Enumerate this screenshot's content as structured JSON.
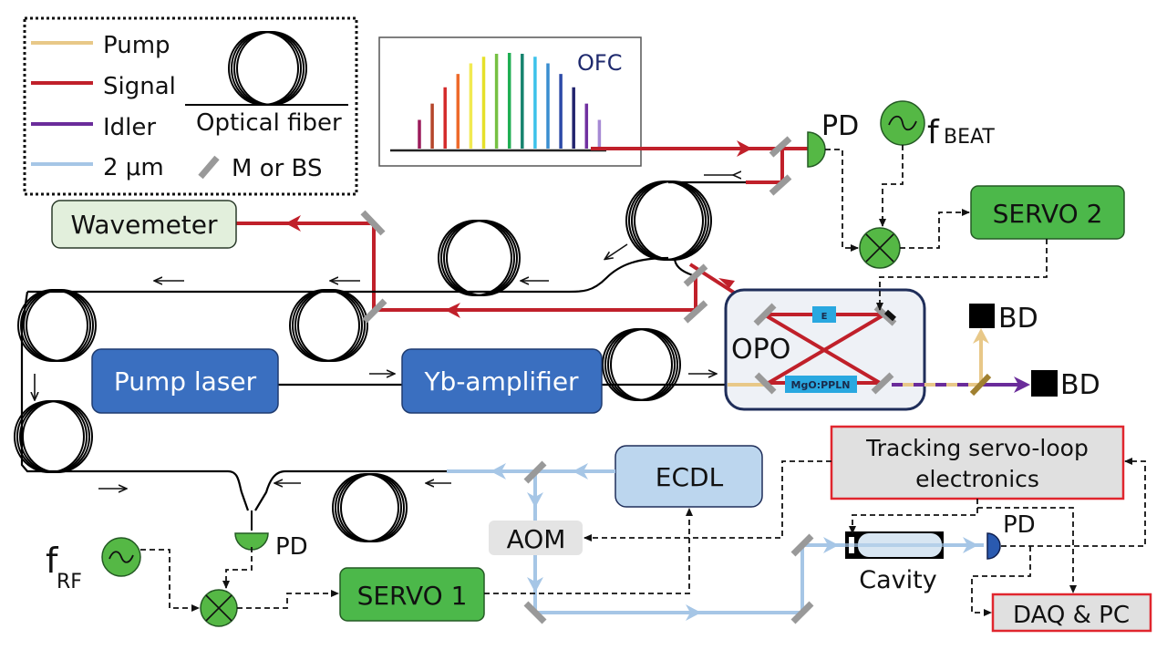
{
  "legend": {
    "items": [
      {
        "label": "Pump",
        "color": "#e8c888"
      },
      {
        "label": "Signal",
        "color": "#c0202a"
      },
      {
        "label": "Idler",
        "color": "#6a2c9a"
      },
      {
        "label": "2 μm",
        "color": "#a6c6e6"
      }
    ],
    "fiber_label": "Optical fiber",
    "mirror_label": "M or BS"
  },
  "ofc": {
    "label": "OFC",
    "comb_teeth": [
      {
        "color": "#9b1b5a",
        "rel_height": 0.3
      },
      {
        "color": "#b5452a",
        "rel_height": 0.47
      },
      {
        "color": "#d42a2a",
        "rel_height": 0.64
      },
      {
        "color": "#ee6a2a",
        "rel_height": 0.78
      },
      {
        "color": "#f2ea52",
        "rel_height": 0.89
      },
      {
        "color": "#e6e02a",
        "rel_height": 0.96
      },
      {
        "color": "#76c043",
        "rel_height": 0.99
      },
      {
        "color": "#1fae52",
        "rel_height": 1.0
      },
      {
        "color": "#16836e",
        "rel_height": 0.99
      },
      {
        "color": "#3cc2ea",
        "rel_height": 0.96
      },
      {
        "color": "#3a8ed0",
        "rel_height": 0.89
      },
      {
        "color": "#2c4aa8",
        "rel_height": 0.78
      },
      {
        "color": "#22246e",
        "rel_height": 0.64
      },
      {
        "color": "#7030a0",
        "rel_height": 0.47
      },
      {
        "color": "#a68ad4",
        "rel_height": 0.3
      }
    ]
  },
  "blocks": {
    "wavemeter": "Wavemeter",
    "pump_laser": "Pump laser",
    "yb_amplifier": "Yb-amplifier",
    "opo": "OPO",
    "eom": "E",
    "crystal": "MgO:PPLN",
    "servo2": "SERVO 2",
    "servo1": "SERVO 1",
    "ecdl": "ECDL",
    "aom": "AOM",
    "tracking_line1": "Tracking servo-loop",
    "tracking_line2": "electronics",
    "cavity": "Cavity",
    "daq": "DAQ & PC"
  },
  "labels": {
    "pd_top": "PD",
    "pd_bottom": "PD",
    "pd_cavity": "PD",
    "beam_dump_1": "BD",
    "beam_dump_2": "BD",
    "f_beat_main": "f",
    "f_beat_sub": "BEAT",
    "f_rf_main": "f",
    "f_rf_sub": "RF"
  },
  "colors": {
    "blue_block": "#3a6fc0",
    "green_block": "#4cb84a",
    "ecdl": "#bcd6ee",
    "wavemeter": "#e2efdc",
    "tracking_border": "#e0262e",
    "grey_block": "#e0e0e0",
    "opo_fill": "#eef1f6",
    "opo_border": "#1f2e5a",
    "eom_fill": "#29a8e0"
  }
}
